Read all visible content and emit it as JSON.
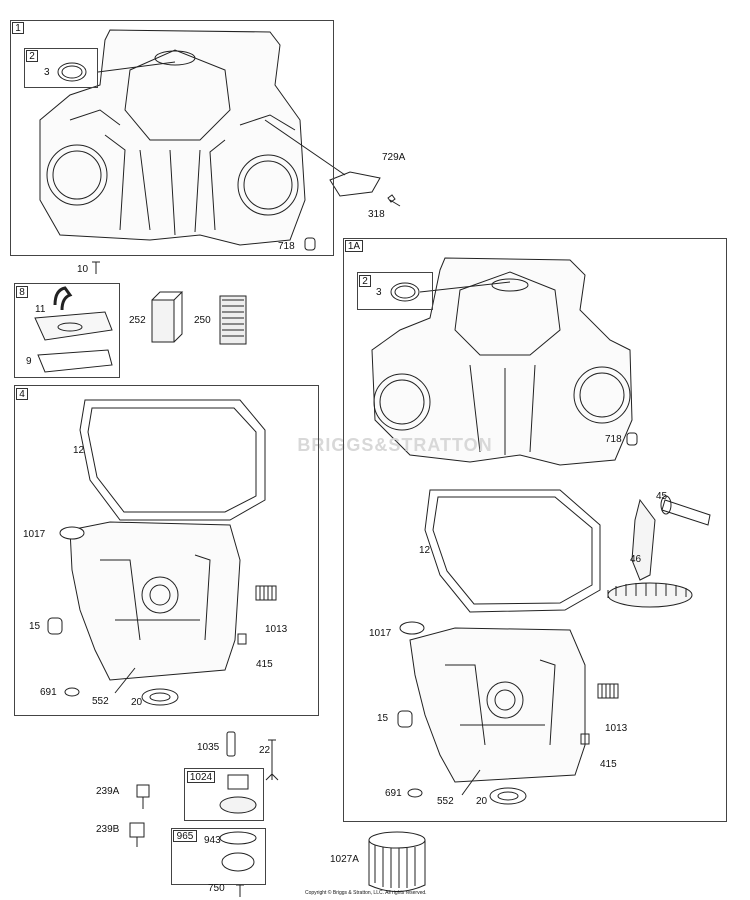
{
  "colors": {
    "line": "#222222",
    "box": "#444444",
    "watermark": "#d8d8d8"
  },
  "groups": {
    "g1": "1",
    "g1a": "1A",
    "g2a": "2",
    "g2b": "2",
    "g4": "4",
    "g8": "8",
    "g1024": "1024",
    "g965": "965"
  },
  "labels": {
    "p3a": "3",
    "p729A": "729A",
    "p318": "318",
    "p718a": "718",
    "p10": "10",
    "p11": "11",
    "p9": "9",
    "p252": "252",
    "p250": "250",
    "p12a": "12",
    "p1017a": "1017",
    "p15a": "15",
    "p1013a": "1013",
    "p415a": "415",
    "p691a": "691",
    "p552a": "552",
    "p20a": "20",
    "p3b": "3",
    "p718b": "718",
    "p45": "45",
    "p46": "46",
    "p12b": "12",
    "p1017b": "1017",
    "p15b": "15",
    "p1013b": "1013",
    "p415b": "415",
    "p691b": "691",
    "p552b": "552",
    "p20b": "20",
    "p1035": "1035",
    "p22": "22",
    "p239A": "239A",
    "p239B": "239B",
    "p943": "943",
    "p750": "750",
    "p1027A": "1027A"
  },
  "watermark": "BRIGGS&STRATTON",
  "copyright": "Copyright © Briggs & Stratton, LLC. All rights reserved."
}
